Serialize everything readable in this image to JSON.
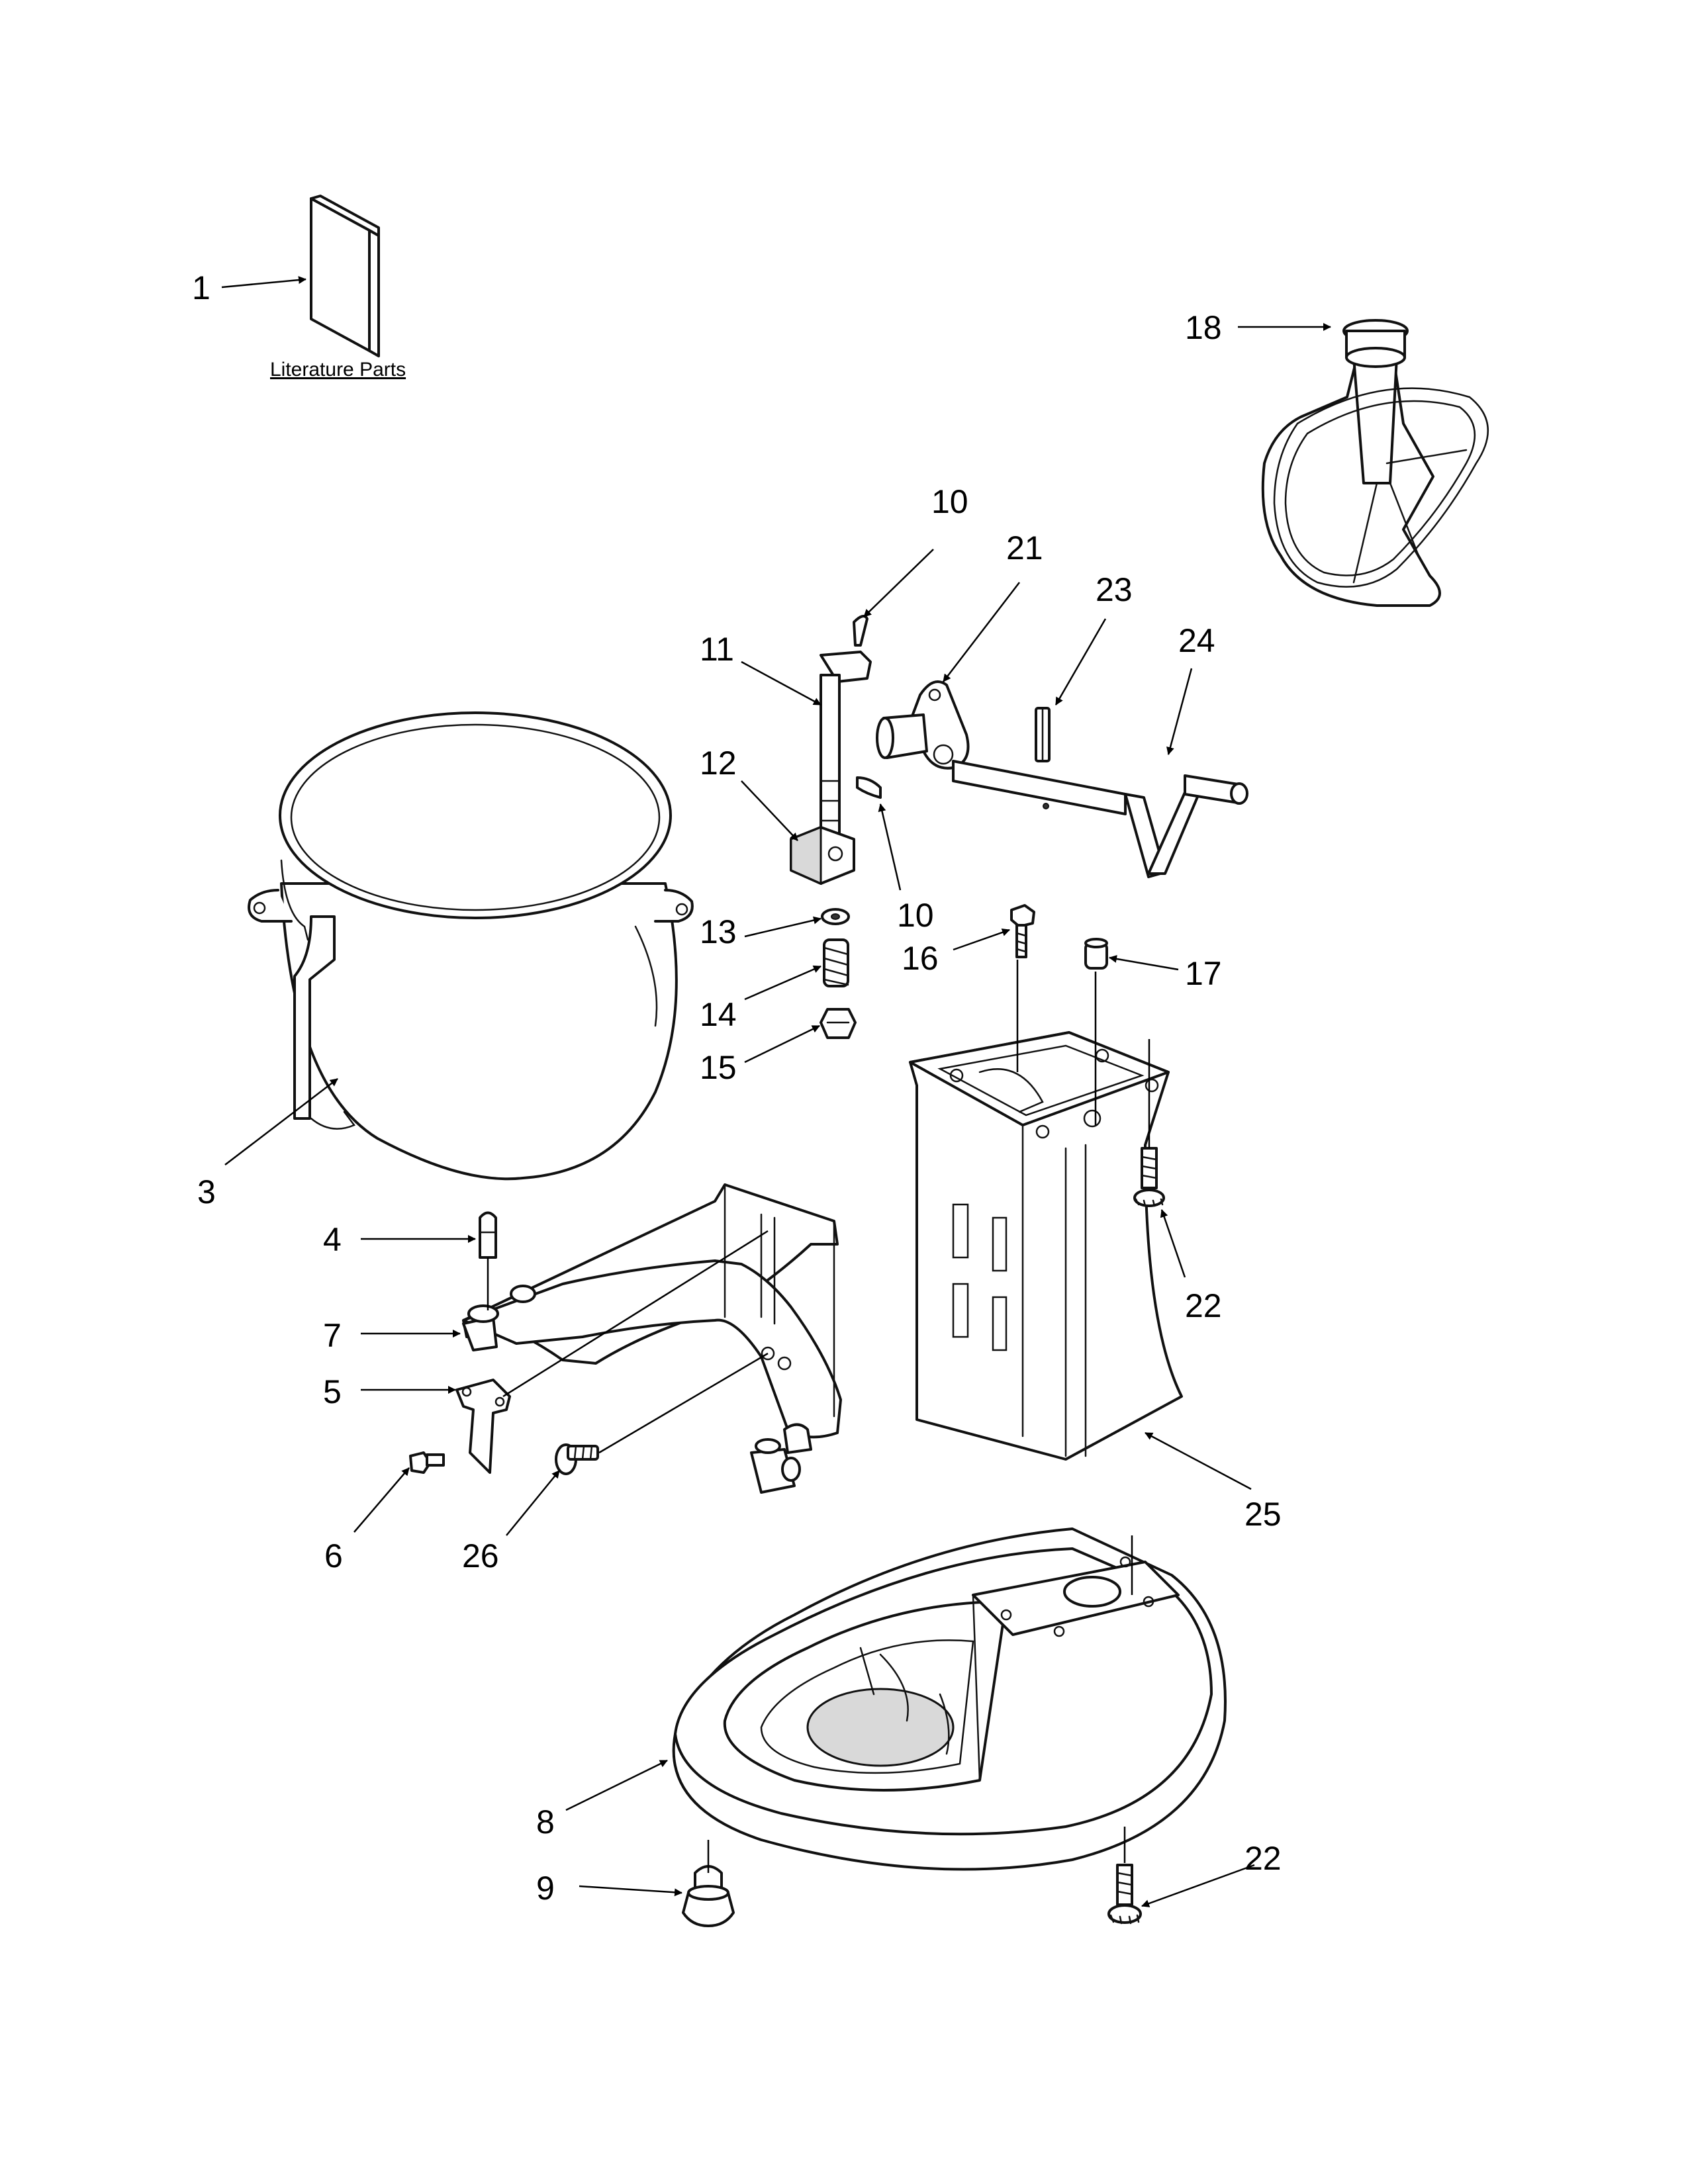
{
  "literature": {
    "caption": "Literature Parts"
  },
  "callouts": [
    {
      "id": "c1",
      "label": "1"
    },
    {
      "id": "c18",
      "label": "18"
    },
    {
      "id": "c10a",
      "label": "10"
    },
    {
      "id": "c21",
      "label": "21"
    },
    {
      "id": "c23",
      "label": "23"
    },
    {
      "id": "c24",
      "label": "24"
    },
    {
      "id": "c11",
      "label": "11"
    },
    {
      "id": "c12",
      "label": "12"
    },
    {
      "id": "c10b",
      "label": "10"
    },
    {
      "id": "c13",
      "label": "13"
    },
    {
      "id": "c16",
      "label": "16"
    },
    {
      "id": "c17",
      "label": "17"
    },
    {
      "id": "c14",
      "label": "14"
    },
    {
      "id": "c15",
      "label": "15"
    },
    {
      "id": "c3",
      "label": "3"
    },
    {
      "id": "c4",
      "label": "4"
    },
    {
      "id": "c22a",
      "label": "22"
    },
    {
      "id": "c7",
      "label": "7"
    },
    {
      "id": "c5",
      "label": "5"
    },
    {
      "id": "c25",
      "label": "25"
    },
    {
      "id": "c6",
      "label": "6"
    },
    {
      "id": "c26",
      "label": "26"
    },
    {
      "id": "c8",
      "label": "8"
    },
    {
      "id": "c22b",
      "label": "22"
    },
    {
      "id": "c9",
      "label": "9"
    }
  ]
}
